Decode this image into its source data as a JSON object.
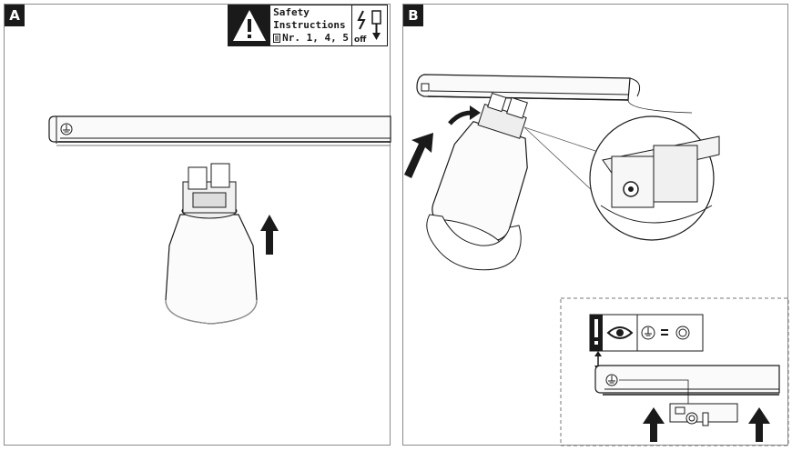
{
  "panel_a": {
    "tag": "A",
    "safety": {
      "line1": "Safety",
      "line2": "Instructions",
      "line3": "Nr. 1, 4, 5",
      "off_label": "off"
    }
  },
  "panel_b": {
    "tag": "B"
  }
}
